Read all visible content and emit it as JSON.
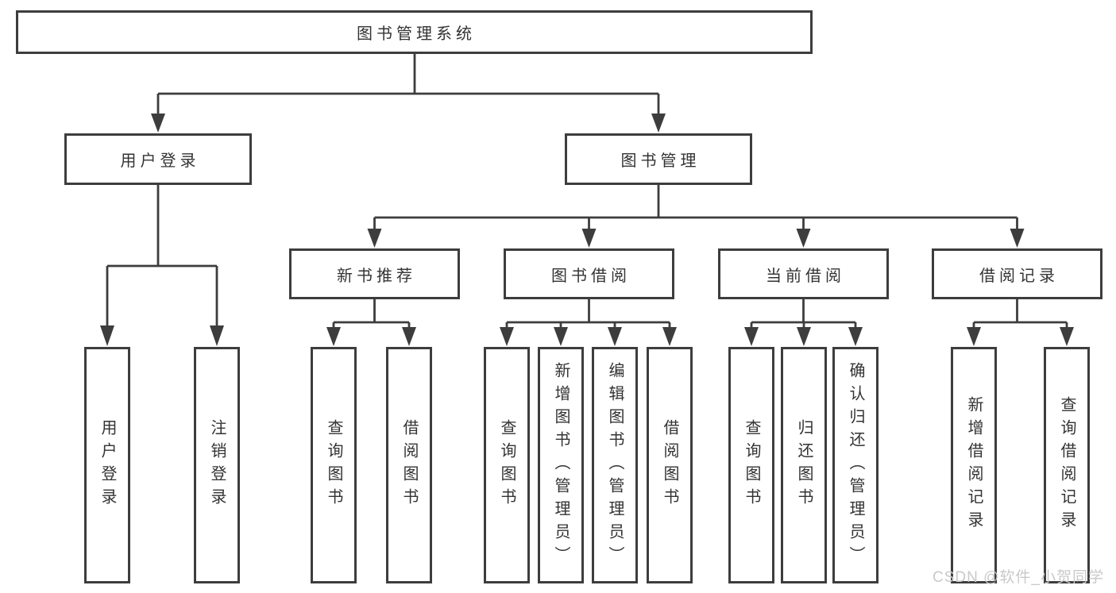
{
  "diagram": {
    "root": {
      "label": "图书管理系统"
    },
    "level2": [
      {
        "label": "用户登录"
      },
      {
        "label": "图书管理"
      }
    ],
    "level3": [
      {
        "label": "新书推荐",
        "parent": "图书管理"
      },
      {
        "label": "图书借阅",
        "parent": "图书管理"
      },
      {
        "label": "当前借阅",
        "parent": "图书管理"
      },
      {
        "label": "借阅记录",
        "parent": "图书管理"
      }
    ],
    "leaves": [
      {
        "label": "用户登录",
        "parent": "用户登录"
      },
      {
        "label": "注销登录",
        "parent": "用户登录"
      },
      {
        "label": "查询图书",
        "parent": "新书推荐"
      },
      {
        "label": "借阅图书",
        "parent": "新书推荐"
      },
      {
        "label": "查询图书",
        "parent": "图书借阅"
      },
      {
        "label": "新增图书（管理员）",
        "parent": "图书借阅"
      },
      {
        "label": "编辑图书（管理员）",
        "parent": "图书借阅"
      },
      {
        "label": "借阅图书",
        "parent": "图书借阅"
      },
      {
        "label": "查询图书",
        "parent": "当前借阅"
      },
      {
        "label": "归还图书",
        "parent": "当前借阅"
      },
      {
        "label": "确认归还（管理员）",
        "parent": "当前借阅"
      },
      {
        "label": "新增借阅记录",
        "parent": "借阅记录"
      },
      {
        "label": "查询借阅记录",
        "parent": "借阅记录"
      }
    ]
  },
  "watermark": {
    "text": "CSDN @软件_小贺同学"
  },
  "colors": {
    "line": "#3d3d3d",
    "text": "#333333",
    "watermark": "#c9c9c9",
    "background": "#ffffff"
  }
}
